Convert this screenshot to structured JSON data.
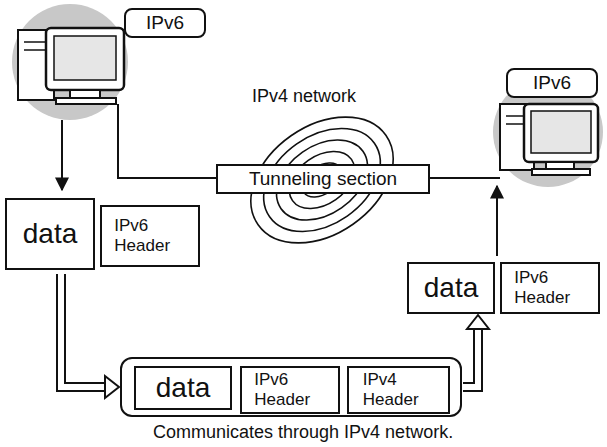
{
  "diagram": {
    "caption": "Communicates through IPv4 network.",
    "nodes": [
      {
        "text": [
          "IPv6"
        ]
      },
      {
        "text": [
          "Tunneling section"
        ]
      },
      {
        "text": [
          "IPv6"
        ]
      },
      {
        "text": [
          "data"
        ]
      },
      {
        "text": [
          "IPv6 Header"
        ]
      },
      {
        "text": [
          "data"
        ]
      },
      {
        "text": [
          "IPv6 Header"
        ]
      },
      {
        "text": []
      },
      {
        "text": [
          "data"
        ],
        "in": 7
      },
      {
        "text": [
          "IPv6 Header"
        ],
        "in": 7
      },
      {
        "text": [
          "IPv4 Header"
        ],
        "in": 7
      }
    ],
    "edges": [
      {
        "from": 3,
        "to": 7,
        "arrow": "to"
      },
      {
        "from": 7,
        "to": 5,
        "arrow": "to"
      }
    ],
    "labels": [
      "IPv4 network"
    ]
  }
}
